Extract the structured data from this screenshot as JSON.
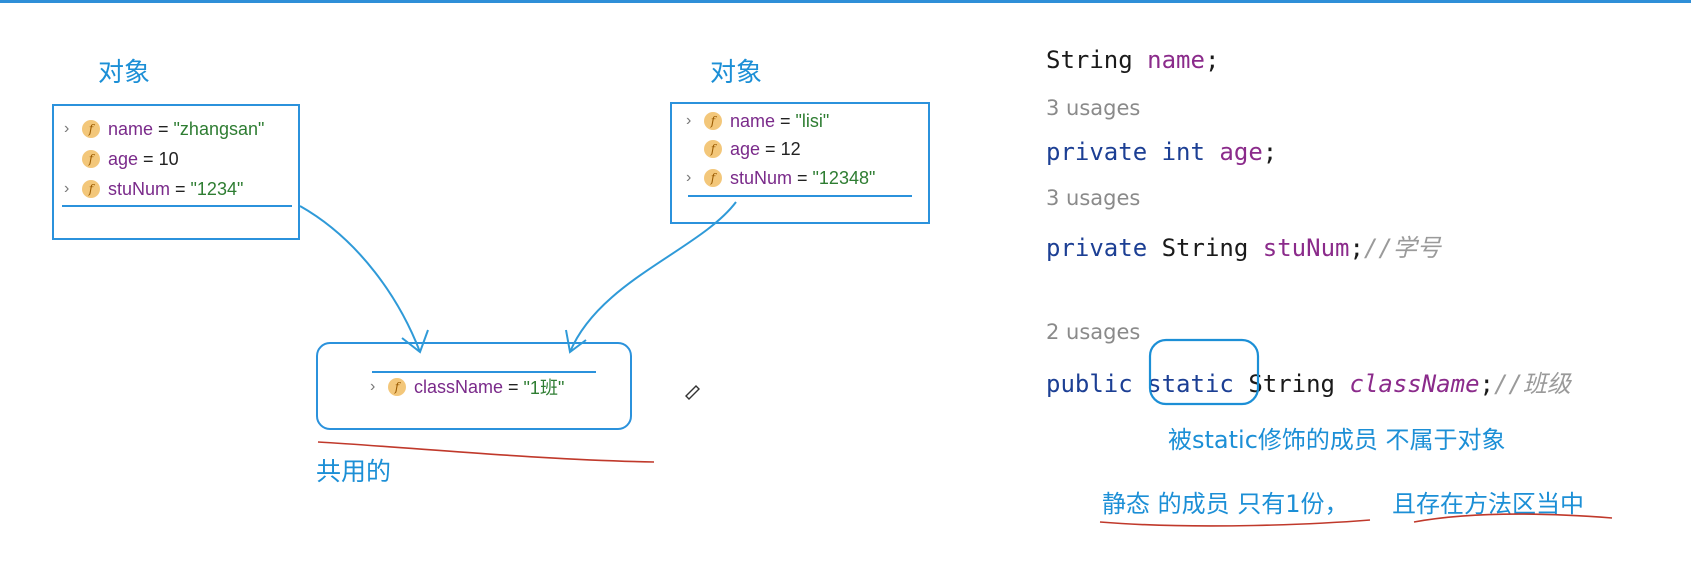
{
  "left_diagram": {
    "object_label_1": "对象",
    "object_label_2": "对象",
    "shared_label": "共用的",
    "object1_fields": [
      {
        "name": "name",
        "value": "\"zhangsan\"",
        "value_kind": "string",
        "expandable": true
      },
      {
        "name": "age",
        "value": "10",
        "value_kind": "number",
        "expandable": false
      },
      {
        "name": "stuNum",
        "value": "\"1234\"",
        "value_kind": "string",
        "expandable": true
      }
    ],
    "object2_fields": [
      {
        "name": "name",
        "value": "\"lisi\"",
        "value_kind": "string",
        "expandable": true
      },
      {
        "name": "age",
        "value": "12",
        "value_kind": "number",
        "expandable": false
      },
      {
        "name": "stuNum",
        "value": "\"12348\"",
        "value_kind": "string",
        "expandable": true
      }
    ],
    "shared_field": {
      "name": "className",
      "value": "\"1班\"",
      "value_kind": "string",
      "expandable": true
    },
    "field_icon_letter": "f",
    "equals": "=",
    "chevron": "›"
  },
  "code": {
    "line1": {
      "type": "String",
      "field": "name",
      "end": ";"
    },
    "usages1": "3 usages",
    "line2": {
      "mod": "private",
      "type": "int",
      "field": "age",
      "end": ";"
    },
    "usages2": "3 usages",
    "line3": {
      "mod": "private",
      "type": "String",
      "field": "stuNum",
      "end": ";",
      "comment": "//学号"
    },
    "usages3": "2 usages",
    "line4": {
      "mod": "public",
      "static_kw": "static",
      "type": "String",
      "field": "className",
      "end": ";",
      "comment": "//班级"
    }
  },
  "notes": {
    "note1": "被static修饰的成员 不属于对象",
    "note2_a": "静态 的成员 只有1份，",
    "note2_b": "且存在方法区当中"
  },
  "colors": {
    "annotation_blue": "#1c8fd6",
    "box_border": "#2b92dc",
    "underline_red": "#c0392b"
  }
}
